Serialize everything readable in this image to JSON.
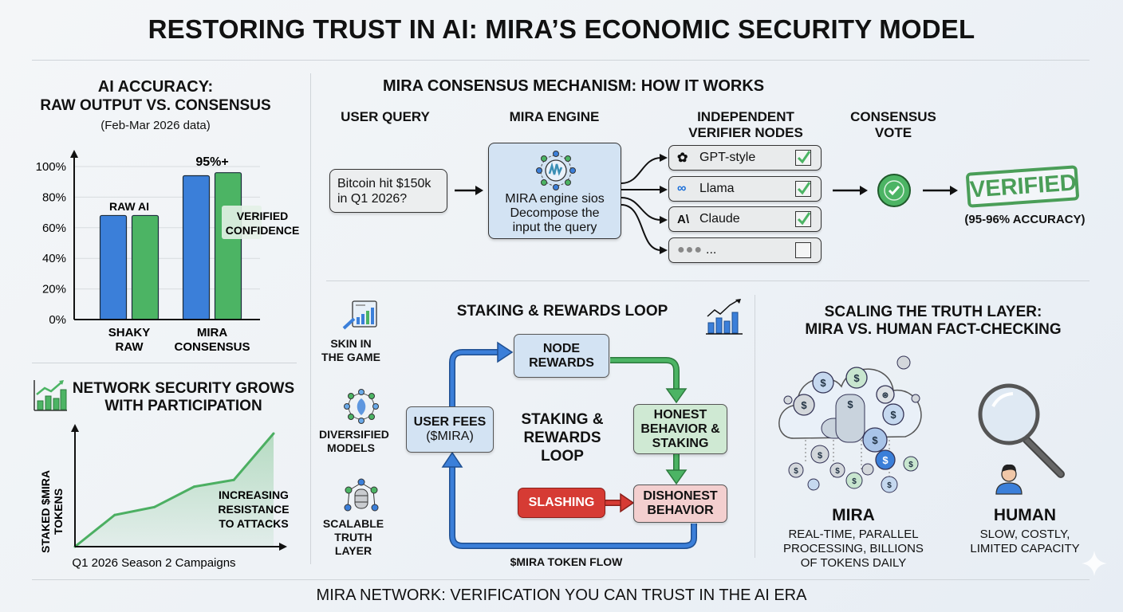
{
  "title": "RESTORING TRUST IN AI: MIRA’S ECONOMIC SECURITY MODEL",
  "footer": "MIRA NETWORK: VERIFICATION YOU CAN TRUST IN THE AI ERA",
  "accuracy_section": {
    "title_line1": "AI ACCURACY:",
    "title_line2": "RAW OUTPUT VS. CONSENSUS",
    "subtitle": "(Feb-Mar 2026 data)",
    "raw_label": "RAW AI",
    "top_label": "95%+",
    "verified_label_line1": "VERIFIED",
    "verified_label_line2": "CONFIDENCE"
  },
  "chart_data": [
    {
      "type": "bar",
      "title": "AI ACCURACY: RAW OUTPUT VS. CONSENSUS",
      "subtitle": "(Feb-Mar 2026 data)",
      "categories": [
        "SHAKY RAW",
        "MIRA CONSENSUS"
      ],
      "category_lines": [
        [
          "SHAKY",
          "RAW"
        ],
        [
          "MIRA",
          "CONSENSUS"
        ]
      ],
      "series": [
        {
          "name": "blue",
          "color": "#3b7fd9",
          "values": [
            68,
            94
          ]
        },
        {
          "name": "green",
          "color": "#4cb464",
          "values": [
            68,
            96
          ]
        }
      ],
      "yticks": [
        0,
        20,
        40,
        60,
        80,
        100
      ],
      "ytick_labels": [
        "0%",
        "20%",
        "40%",
        "60%",
        "80%",
        "100%"
      ],
      "ylim": [
        0,
        100
      ],
      "grid": true,
      "annotations": [
        "RAW AI",
        "95%+",
        "VERIFIED CONFIDENCE"
      ],
      "xlabel": "",
      "ylabel": ""
    },
    {
      "type": "area",
      "title": "NETWORK SECURITY GROWS WITH PARTICIPATION",
      "xlabel": "Q1 2026 Season 2 Campaigns",
      "ylabel_line1": "STAKED $MIRA",
      "ylabel_line2": "TOKENS",
      "x": [
        0,
        1,
        2,
        3,
        4,
        5
      ],
      "values": [
        0,
        28,
        35,
        53,
        59,
        100
      ],
      "ylim": [
        0,
        100
      ],
      "grid": false,
      "annotation": [
        "INCREASING",
        "RESISTANCE",
        "TO ATTACKS"
      ],
      "color": "#4caf62"
    }
  ],
  "consensus_section": {
    "title": "MIRA CONSENSUS MECHANISM: HOW IT WORKS",
    "col_user_query": "USER QUERY",
    "col_engine": "MIRA ENGINE",
    "col_nodes_line1": "INDEPENDENT",
    "col_nodes_line2": "VERIFIER NODES",
    "col_vote_line1": "CONSENSUS",
    "col_vote_line2": "VOTE",
    "query_line1": "Bitcoin hit $150k",
    "query_line2": "in Q1 2026?",
    "engine_line1": "MIRA engine sios",
    "engine_line2": "Decompose the",
    "engine_line3": "input the query",
    "nodes": [
      {
        "label": "GPT-style",
        "icon": "openai-knot-icon",
        "checked": true
      },
      {
        "label": "Llama",
        "icon": "meta-infinity-icon",
        "checked": true
      },
      {
        "label": "Claude",
        "icon": "anthropic-logo-icon",
        "checked": true
      },
      {
        "label": "...",
        "icon": "ellipsis-dots-icon",
        "checked": false
      }
    ],
    "verified_stamp": "VERIFIED",
    "accuracy_note": "(95-96% ACCURACY)"
  },
  "staking_section": {
    "title": "STAKING & REWARDS LOOP",
    "center_line1": "STAKING &",
    "center_line2": "REWARDS",
    "center_line3": "LOOP",
    "side_items": [
      {
        "line1": "SKIN IN",
        "line2": "THE GAME",
        "icon": "chart-magnifier-icon"
      },
      {
        "line1": "DIVERSIFIED",
        "line2": "MODELS",
        "icon": "network-nodes-icon"
      },
      {
        "line1": "SCALABLE",
        "line2": "TRUTH LAYER",
        "icon": "database-network-icon"
      }
    ],
    "boxes": {
      "user_fees_line1": "USER FEES",
      "user_fees_line2": "($MIRA)",
      "node_rewards_line1": "NODE",
      "node_rewards_line2": "REWARDS",
      "honest_line1": "HONEST",
      "honest_line2": "BEHAVIOR &",
      "honest_line3": "STAKING",
      "dishonest_line1": "DISHONEST",
      "dishonest_line2": "BEHAVIOR",
      "slashing": "SLASHING"
    },
    "flow_label": "$MIRA TOKEN FLOW"
  },
  "scaling_section": {
    "title_line1": "SCALING THE TRUTH LAYER:",
    "title_line2": "MIRA VS. HUMAN FACT-CHECKING",
    "mira_label": "MIRA",
    "mira_desc_line1": "REAL-TIME, PARALLEL",
    "mira_desc_line2": "PROCESSING, BILLIONS",
    "mira_desc_line3": "OF TOKENS DAILY",
    "human_label": "HUMAN",
    "human_desc_line1": "SLOW, COSTLY,",
    "human_desc_line2": "LIMITED CAPACITY"
  },
  "colors": {
    "blue": "#3b7fd9",
    "green": "#4cb464",
    "red": "#d63b34",
    "light_blue_box": "#d3e3f3",
    "light_green_box": "#cfe9d3",
    "light_red_box": "#f3cfcf"
  }
}
